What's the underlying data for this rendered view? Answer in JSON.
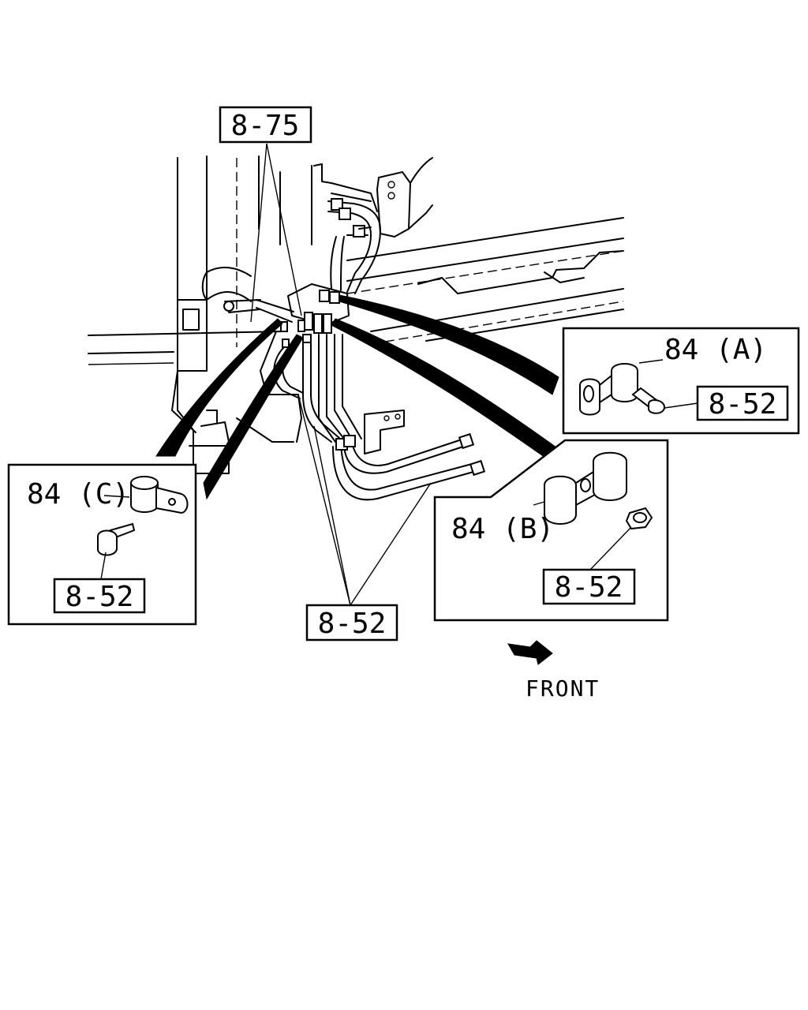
{
  "callouts": {
    "ref_8_75": "8-75",
    "part_84a": "84 (A)",
    "part_84a_ref": "8-52",
    "part_84b": "84 (B)",
    "part_84b_ref": "8-52",
    "part_84c": "84 (C)",
    "part_84c_ref": "8-52",
    "bottom_ref": "8-52"
  },
  "direction": {
    "label": "FRONT"
  }
}
